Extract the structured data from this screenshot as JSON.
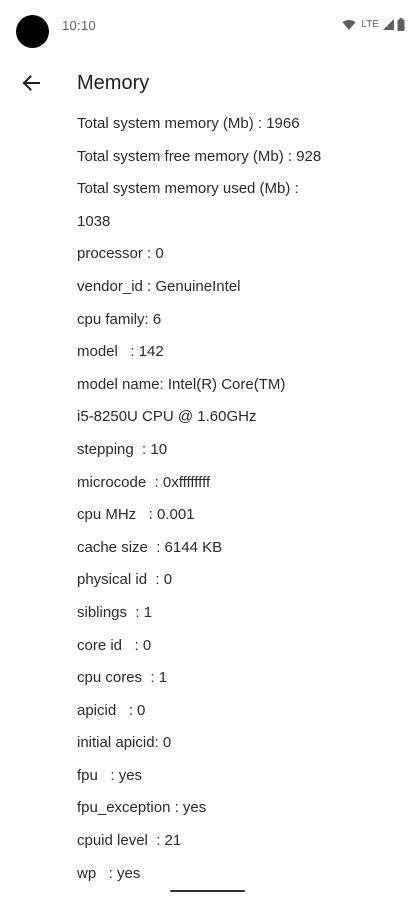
{
  "status_bar": {
    "time": "10:10",
    "network_label": "LTE",
    "icons": [
      "wifi-icon",
      "lte-icon",
      "signal-icon",
      "battery-icon"
    ]
  },
  "app_bar": {
    "back_icon": "arrow-back-icon",
    "title": "Memory"
  },
  "lines": [
    "Total system memory (Mb) : 1966",
    "Total system free memory (Mb) : 928",
    "Total system memory used (Mb) :",
    "1038",
    "processor : 0",
    "vendor_id : GenuineIntel",
    "cpu family: 6",
    "model   : 142",
    "model name: Intel(R) Core(TM)",
    "i5-8250U CPU @ 1.60GHz",
    "stepping  : 10",
    "microcode  : 0xffffffff",
    "cpu MHz   : 0.001",
    "cache size  : 6144 KB",
    "physical id  : 0",
    "siblings  : 1",
    "core id   : 0",
    "cpu cores  : 1",
    "apicid   : 0",
    "initial apicid: 0",
    "fpu   : yes",
    "fpu_exception : yes",
    "cpuid level  : 21",
    "wp   : yes"
  ]
}
